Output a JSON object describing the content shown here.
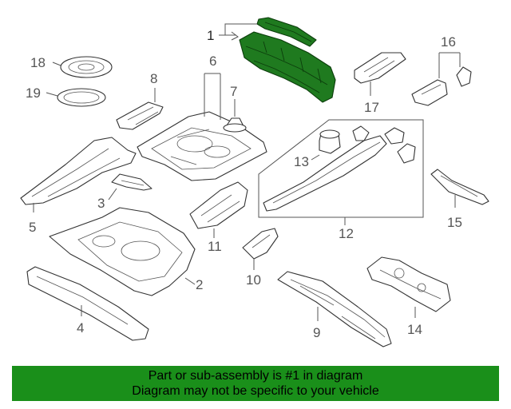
{
  "callouts": {
    "c1": "1",
    "c2": "2",
    "c3": "3",
    "c4": "4",
    "c5": "5",
    "c6": "6",
    "c7": "7",
    "c8": "8",
    "c9": "9",
    "c10": "10",
    "c11": "11",
    "c12": "12",
    "c13": "13",
    "c14": "14",
    "c15": "15",
    "c16": "16",
    "c17": "17",
    "c18": "18",
    "c19": "19"
  },
  "highlighted_part": "1",
  "colors": {
    "highlight": "#1f7a1f",
    "banner": "#1a8f1a",
    "line": "#555555"
  },
  "banner": {
    "line1": "Part or sub-assembly is #1 in diagram",
    "line2": "Diagram may not be specific to your vehicle"
  }
}
